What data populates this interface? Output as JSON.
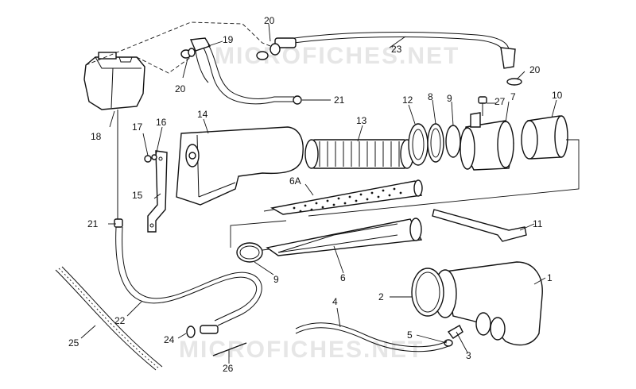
{
  "watermark": "MICROFICHES.NET",
  "labels": {
    "l1": "1",
    "l2": "2",
    "l3": "3",
    "l4": "4",
    "l5": "5",
    "l6": "6",
    "l6a": "6A",
    "l7": "7",
    "l8": "8",
    "l9a": "9",
    "l9b": "9",
    "l10": "10",
    "l11": "11",
    "l12": "12",
    "l13": "13",
    "l14": "14",
    "l15": "15",
    "l16": "16",
    "l17": "17",
    "l18": "18",
    "l19": "19",
    "l20a": "20",
    "l20b": "20",
    "l20c": "20",
    "l21a": "21",
    "l21b": "21",
    "l22": "22",
    "l23": "23",
    "l24": "24",
    "l25": "25",
    "l26": "26",
    "l27": "27"
  }
}
